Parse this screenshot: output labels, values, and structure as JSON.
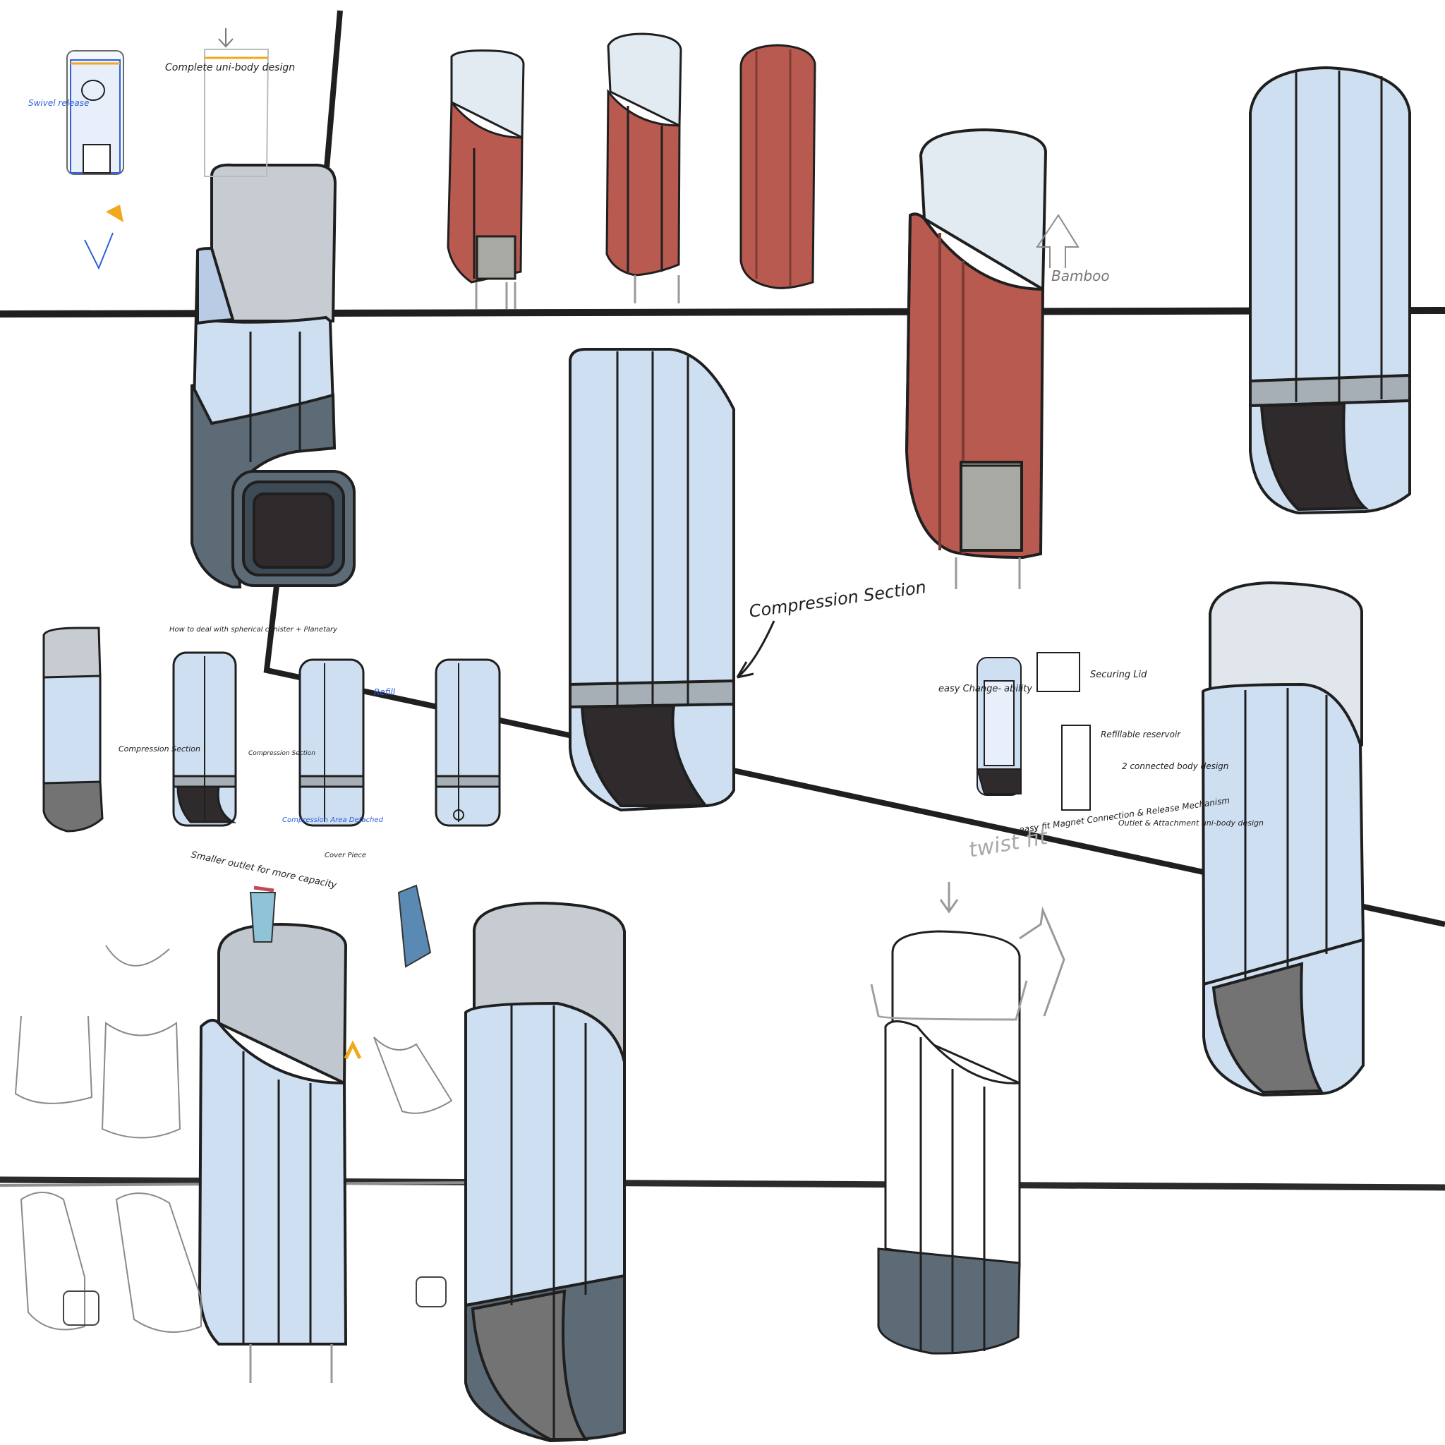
{
  "colors": {
    "background": "#ffffff",
    "line": "#1f1f1f",
    "light_blue_body": "#cfdff2",
    "light_blue_mid": "#bcd0ea",
    "cap_grey": "#c7ccd2",
    "cap_pale": "#e3ebf2",
    "terracotta": "#b95a50",
    "terracotta_dark": "#9e463e",
    "slate": "#5d6b77",
    "mouth_dark": "#2f2b2d",
    "grey_window": "#a9a9a3",
    "band_grey": "#a7afb6",
    "annotation_orange": "#f2a81d",
    "annotation_blue": "#2f5fd8",
    "annotation_magenta": "#a0234f"
  },
  "annotations": {
    "compression_section": "Compression Section",
    "bamboo": "Bamboo",
    "twist_fit": "twist fit",
    "complete_uni_body_design": "Complete uni-body design",
    "swivel_release": "Swivel release",
    "easy_change_ability": "easy Change- ability",
    "securing_lid": "Securing Lid",
    "refillable_reservoir": "Refillable reservoir",
    "two_connected_body_design": "2 connected body design",
    "outlet_uni_body": "Outlet & Attachment uni-body design",
    "magnet_connection": "easy fit Magnet Connection & Release Mechanism",
    "smaller_outlet": "Smaller outlet for more capacity",
    "compression_small": "Compression Section",
    "compression_section_2": "Compression Section",
    "how_to_deal": "How to deal with spherical canister + Planetary",
    "compression_detached": "Compression Area Detached",
    "cover_piece": "Cover Piece",
    "refill": "Refill"
  }
}
